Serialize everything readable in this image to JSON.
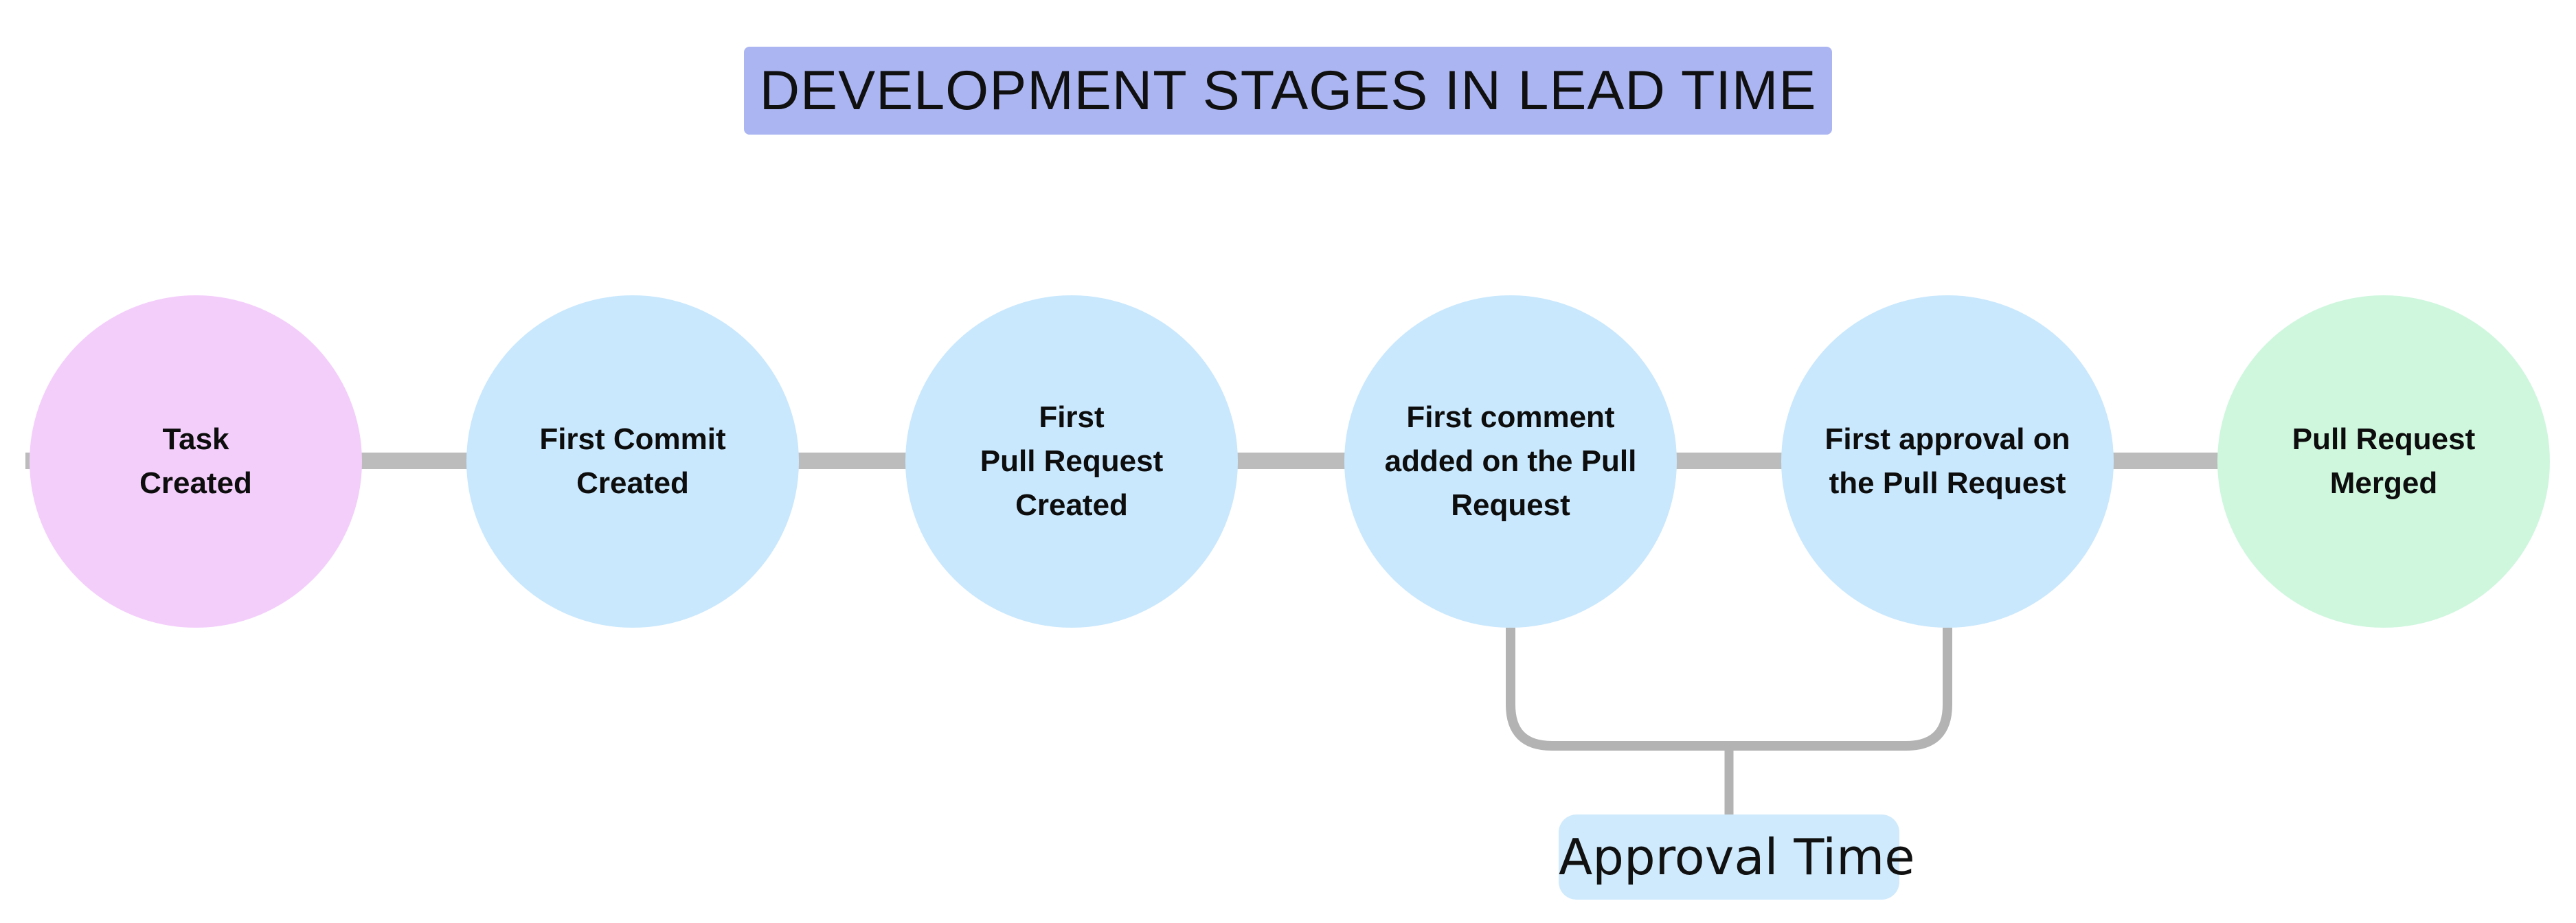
{
  "title": {
    "text": "DEVELOPMENT STAGES IN LEAD TIME"
  },
  "stages": [
    {
      "id": "task-created",
      "lines": [
        "Task",
        "Created"
      ],
      "color": "#f4cefb",
      "role": "start"
    },
    {
      "id": "first-commit-created",
      "lines": [
        "First Commit",
        "Created"
      ],
      "color": "#c9e8fd",
      "role": "middle"
    },
    {
      "id": "first-pull-request-created",
      "lines": [
        "First",
        "Pull Request",
        "Created"
      ],
      "color": "#c9e8fd",
      "role": "middle"
    },
    {
      "id": "first-comment-added",
      "lines": [
        "First comment",
        "added on the Pull",
        "Request"
      ],
      "color": "#c9e8fd",
      "role": "middle"
    },
    {
      "id": "first-approval",
      "lines": [
        "First approval on",
        "the Pull Request"
      ],
      "color": "#c9e8fd",
      "role": "middle"
    },
    {
      "id": "pull-request-merged",
      "lines": [
        "Pull Request",
        "Merged"
      ],
      "color": "#cff7de",
      "role": "end"
    }
  ],
  "annotation": {
    "label": "Approval Time",
    "bg": "#cfeafc",
    "spans_stages": [
      "first-comment-added",
      "first-approval"
    ]
  },
  "colors": {
    "background": "#ffffff",
    "title_bg": "#abb5f2",
    "timeline_line": "#bcbcbc",
    "bracket_line": "#b3b3b3",
    "stage_pink": "#f4cefb",
    "stage_blue": "#c9e8fd",
    "stage_green": "#cff7de",
    "text": "#0d0d0d"
  }
}
